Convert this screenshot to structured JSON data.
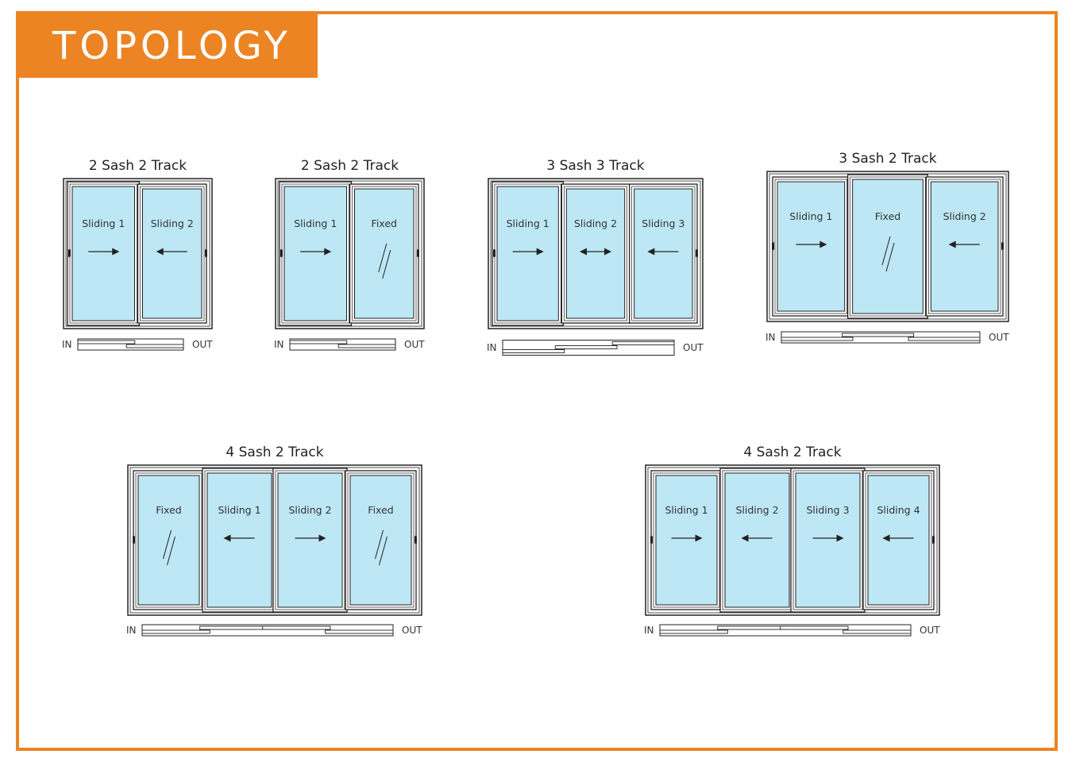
{
  "header": {
    "title": "TOPOLOGY"
  },
  "colors": {
    "accent": "#ec8424",
    "glass": "#bde7f4",
    "stroke": "#222222"
  },
  "labels": {
    "inside": "IN",
    "outside": "OUT"
  },
  "configurations": [
    {
      "title": "2  Sash 2 Track",
      "panels": [
        {
          "label": "Sliding 1",
          "type": "sliding",
          "arrow": "right",
          "outer": true
        },
        {
          "label": "Sliding 2",
          "type": "sliding",
          "arrow": "left",
          "outer": false
        }
      ],
      "tracks": 2
    },
    {
      "title": "2  Sash 2 Track",
      "panels": [
        {
          "label": "Sliding 1",
          "type": "sliding",
          "arrow": "right",
          "outer": true
        },
        {
          "label": "Fixed",
          "type": "fixed",
          "arrow": "none",
          "outer": false
        }
      ],
      "tracks": 2
    },
    {
      "title": "3  Sash 3 Track",
      "panels": [
        {
          "label": "Sliding 1",
          "type": "sliding",
          "arrow": "right",
          "outer": true
        },
        {
          "label": "Sliding 2",
          "type": "sliding",
          "arrow": "both",
          "outer": false
        },
        {
          "label": "Sliding 3",
          "type": "sliding",
          "arrow": "left",
          "outer": false
        }
      ],
      "tracks": 3
    },
    {
      "title": "3  Sash 2 Track",
      "panels": [
        {
          "label": "Sliding 1",
          "type": "sliding",
          "arrow": "right",
          "outer": false
        },
        {
          "label": "Fixed",
          "type": "fixed",
          "arrow": "none",
          "outer": true
        },
        {
          "label": "Sliding 2",
          "type": "sliding",
          "arrow": "left",
          "outer": false
        }
      ],
      "tracks": 2
    },
    {
      "title": "4  Sash 2 Track",
      "panels": [
        {
          "label": "Fixed",
          "type": "fixed",
          "arrow": "none",
          "outer": false
        },
        {
          "label": "Sliding 1",
          "type": "sliding",
          "arrow": "left",
          "outer": true
        },
        {
          "label": "Sliding 2",
          "type": "sliding",
          "arrow": "right",
          "outer": true
        },
        {
          "label": "Fixed",
          "type": "fixed",
          "arrow": "none",
          "outer": false
        }
      ],
      "tracks": 2
    },
    {
      "title": "4  Sash 2 Track",
      "panels": [
        {
          "label": "Sliding 1",
          "type": "sliding",
          "arrow": "right",
          "outer": false
        },
        {
          "label": "Sliding 2",
          "type": "sliding",
          "arrow": "left",
          "outer": true
        },
        {
          "label": "Sliding 3",
          "type": "sliding",
          "arrow": "right",
          "outer": true
        },
        {
          "label": "Sliding 4",
          "type": "sliding",
          "arrow": "left",
          "outer": false
        }
      ],
      "tracks": 2
    }
  ]
}
